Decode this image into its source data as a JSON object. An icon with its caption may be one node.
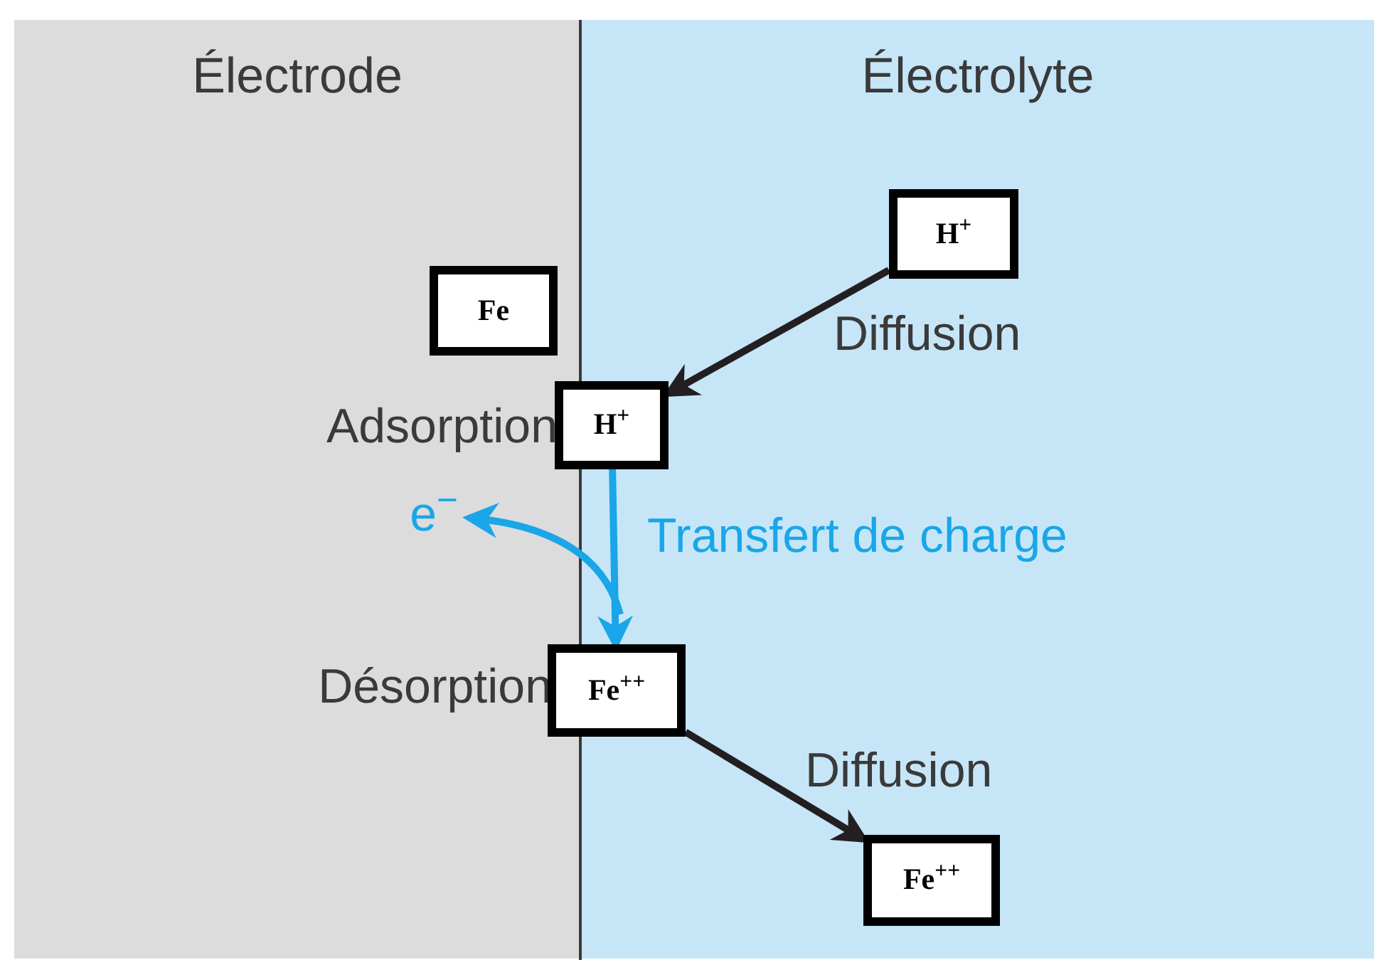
{
  "diagram": {
    "nodes": [
      {
        "text": [
          "Électrode"
        ]
      },
      {
        "text": [
          "Électrolyte"
        ]
      },
      {
        "text": [
          "H$^{+}$"
        ],
        "in": 1
      },
      {
        "text": [
          "Fe"
        ],
        "in": 0
      },
      {
        "text": [
          "H$^{+}$"
        ],
        "beside": [
          "Adsorption"
        ]
      },
      {
        "text": [
          "Fe$^{++}$"
        ],
        "beside": [
          "Désorption"
        ]
      },
      {
        "text": [
          "Fe$^{++}$"
        ],
        "in": 1
      },
      {
        "text": [
          "e$^{−}$"
        ],
        "in": 0
      }
    ],
    "edges": [
      {
        "from": 2,
        "to": 4,
        "arrow": "to",
        "label": "Diffusion"
      },
      {
        "from": 4,
        "to": 5,
        "arrow": "to",
        "label": "Transfert de charge",
        "color": "#1aa6e8"
      },
      {
        "from": null,
        "to": 7,
        "arrow": "to",
        "color": "#1aa6e8"
      },
      {
        "from": 5,
        "to": 6,
        "arrow": "to",
        "label": "Diffusion"
      }
    ]
  }
}
